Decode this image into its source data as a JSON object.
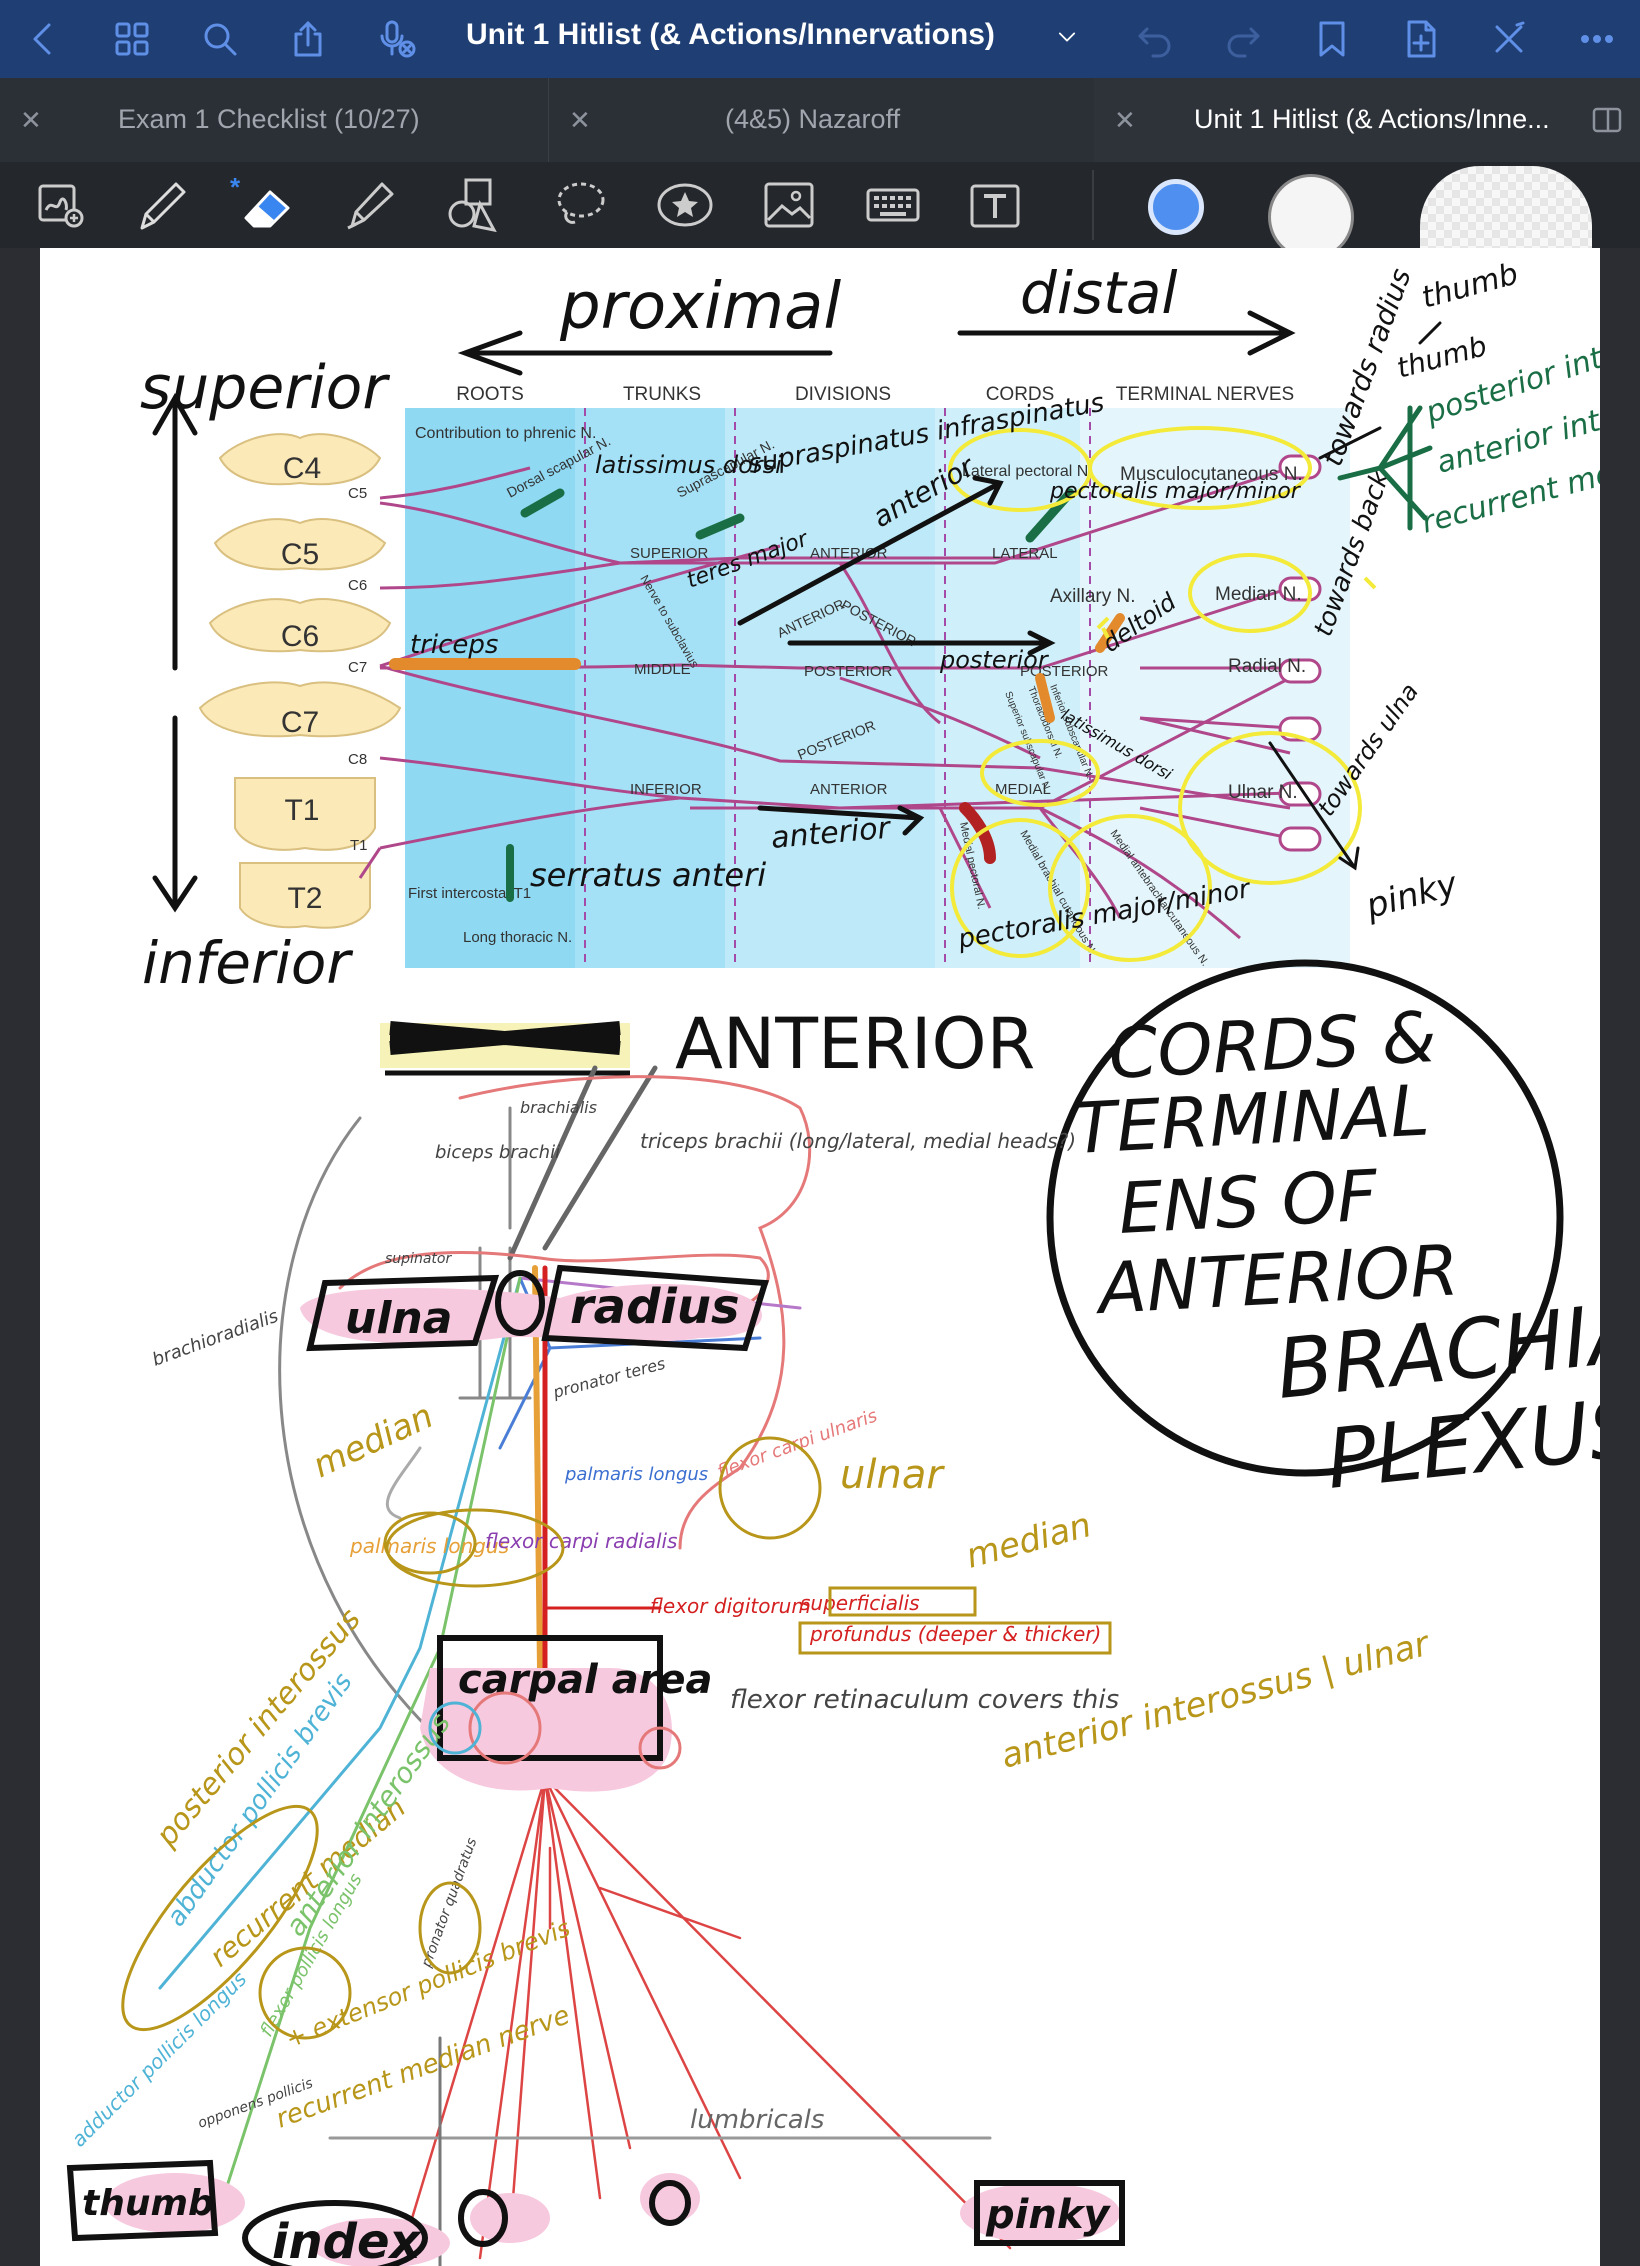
{
  "header": {
    "title": "Unit 1 Hitlist (& Actions/Innervations)",
    "icons": [
      "back-icon",
      "grid-icon",
      "search-icon",
      "share-icon",
      "mic-off-icon",
      "chevron-down-icon",
      "undo-icon",
      "redo-icon",
      "bookmark-icon",
      "add-page-icon",
      "close-icon",
      "more-icon"
    ]
  },
  "tabs": [
    {
      "label": "Exam 1 Checklist (10/27)",
      "active": false
    },
    {
      "label": "(4&5) Nazaroff",
      "active": false
    },
    {
      "label": "Unit 1 Hitlist (& Actions/Inne...",
      "active": true
    }
  ],
  "toolbar": {
    "tools": [
      "lasso-zoom-icon",
      "pen-icon",
      "eraser-icon",
      "highlighter-icon",
      "shapes-icon",
      "lasso-icon",
      "sticker-icon",
      "image-icon",
      "keyboard-icon",
      "text-icon"
    ],
    "bluetooth_glyph": "*",
    "colors": [
      "#4f8ff0",
      "#f5f5f5",
      "#e6e6e6"
    ]
  },
  "diagram": {
    "column_headers": [
      "ROOTS",
      "TRUNKS",
      "DIVISIONS",
      "CORDS",
      "TERMINAL NERVES"
    ],
    "vertebrae": [
      "C4",
      "C5",
      "C6",
      "C7",
      "T1",
      "T2"
    ],
    "root_labels": [
      "C5",
      "C6",
      "C7",
      "C8",
      "T1"
    ],
    "printed_labels": {
      "contribution": "Contribution to phrenic N.",
      "dorsal_scapular": "Dorsal scapular N.",
      "suprascapular": "Suprascapular N.",
      "lateral_pectoral": "Lateral pectoral N.",
      "musculocutaneous": "Musculocutaneous N.",
      "superior": "SUPERIOR",
      "anterior1": "ANTERIOR",
      "lateral": "LATERAL",
      "axillary": "Axillary N.",
      "median_n": "Median N.",
      "nerve_subclavius": "Nerve to subclavius",
      "anterior_div": "ANTERIOR",
      "posterior_div": "POSTERIOR",
      "middle": "MIDDLE",
      "posterior2": "POSTERIOR",
      "posterior_cord": "POSTERIOR",
      "radial_n": "Radial N.",
      "posterior3": "POSTERIOR",
      "inferior": "INFERIOR",
      "anterior3": "ANTERIOR",
      "medial": "MEDIAL",
      "ulnar_n": "Ulnar N.",
      "first_intercostal": "First intercostal T1",
      "long_thoracic": "Long thoracic N.",
      "medial_pectoral": "Medial pectoral N.",
      "medial_brachial": "Medial brachial cutaneous N.",
      "medial_antebrachial": "Medial antebrachial cutaneous N.",
      "thoracodorsal": "Thoracodorsal N.",
      "superior_subscap": "Superior subscapular N.",
      "inferior_subscap": "Inferior subscapular N."
    },
    "handwriting": {
      "proximal": "proximal",
      "distal": "distal",
      "superior": "superior",
      "inferior": "inferior",
      "latissimus": "latissimus dorsi",
      "supraspinatus": "supraspinatus infraspinatus",
      "anterior_arrow": "anterior",
      "pectoralis_top": "pectoralis major/minor",
      "teres": "teres major",
      "triceps": "triceps",
      "posterior_hw": "posterior",
      "deltoid": "deltoid",
      "latissimus2": "latissimus dorsi",
      "anterior_hw2": "anterior",
      "serratus": "serratus anteri",
      "pectoralis_bottom": "pectoralis major/minor",
      "towards_radius": "towards radius",
      "thumb1": "thumb",
      "thumb2": "thumb",
      "green_list": [
        "posterior interossu",
        "anterior interossu",
        "recurrent median"
      ],
      "towards_back": "towards back",
      "towards_ulna": "towards ulna",
      "pinky": "pinky"
    }
  },
  "notes": {
    "anterior_title": "ANTERIOR",
    "circle_text": [
      "CORDS &",
      "TERMINAL",
      "ENS OF",
      "ANTERIOR",
      "BRACHIAL",
      "PLEXUS"
    ],
    "bone_labels": {
      "ulna": "ulna",
      "radius": "radius",
      "carpal": "carpal area",
      "thumb": "thumb",
      "index": "index",
      "pinky": "pinky"
    },
    "muscle_labels": {
      "brachialis": "brachialis",
      "biceps": "biceps brachii",
      "triceps_brachii": "triceps brachii (long/lateral, medial heads?)",
      "supinator": "supinator",
      "brachioradialis": "brachioradialis",
      "pronator": "pronator teres",
      "median1": "median",
      "palmaris": "palmaris longus",
      "palmaris2": "palmaris longus",
      "fcr": "flexor carpi radialis",
      "fcu": "flexor carpi ulnaris",
      "ulnar1": "ulnar",
      "fds_label": "flexor digitorum",
      "superficialis": "superficialis",
      "profundus": "profundus (deeper & thicker)",
      "median2": "median",
      "ant_int_ulnar": "anterior interossus | ulnar",
      "retinaculum": "flexor retinaculum covers this",
      "posterior_int": "posterior interossus",
      "apb": "abductor pollicis brevis",
      "recurrent_median": "recurrent median",
      "anterior_interossus": "anterior interossus",
      "fpl": "flexor pollicis longus",
      "pronator_quad": "pronator quadratus",
      "adductor": "adductor pollicis longus",
      "extensor": "+ extensor pollicis brevis",
      "opponens": "opponens pollicis",
      "recurrent_median_nerve": "recurrent median nerve",
      "lumbricals": "lumbricals"
    }
  }
}
